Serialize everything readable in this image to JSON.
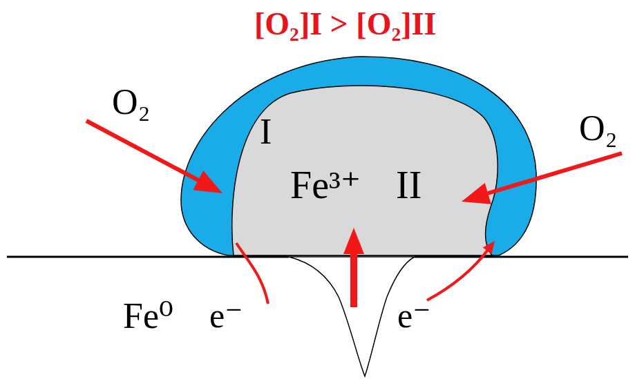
{
  "diagram": {
    "nodes": [
      {
        "text": [
          "I"
        ]
      },
      {
        "text": [
          "Fe³⁺",
          "II"
        ],
        "in": 0
      }
    ],
    "labels": [
      "[O₂]I > [O₂]II",
      "O₂",
      "O₂",
      "Fe⁰",
      "e⁻",
      "e⁻"
    ]
  }
}
